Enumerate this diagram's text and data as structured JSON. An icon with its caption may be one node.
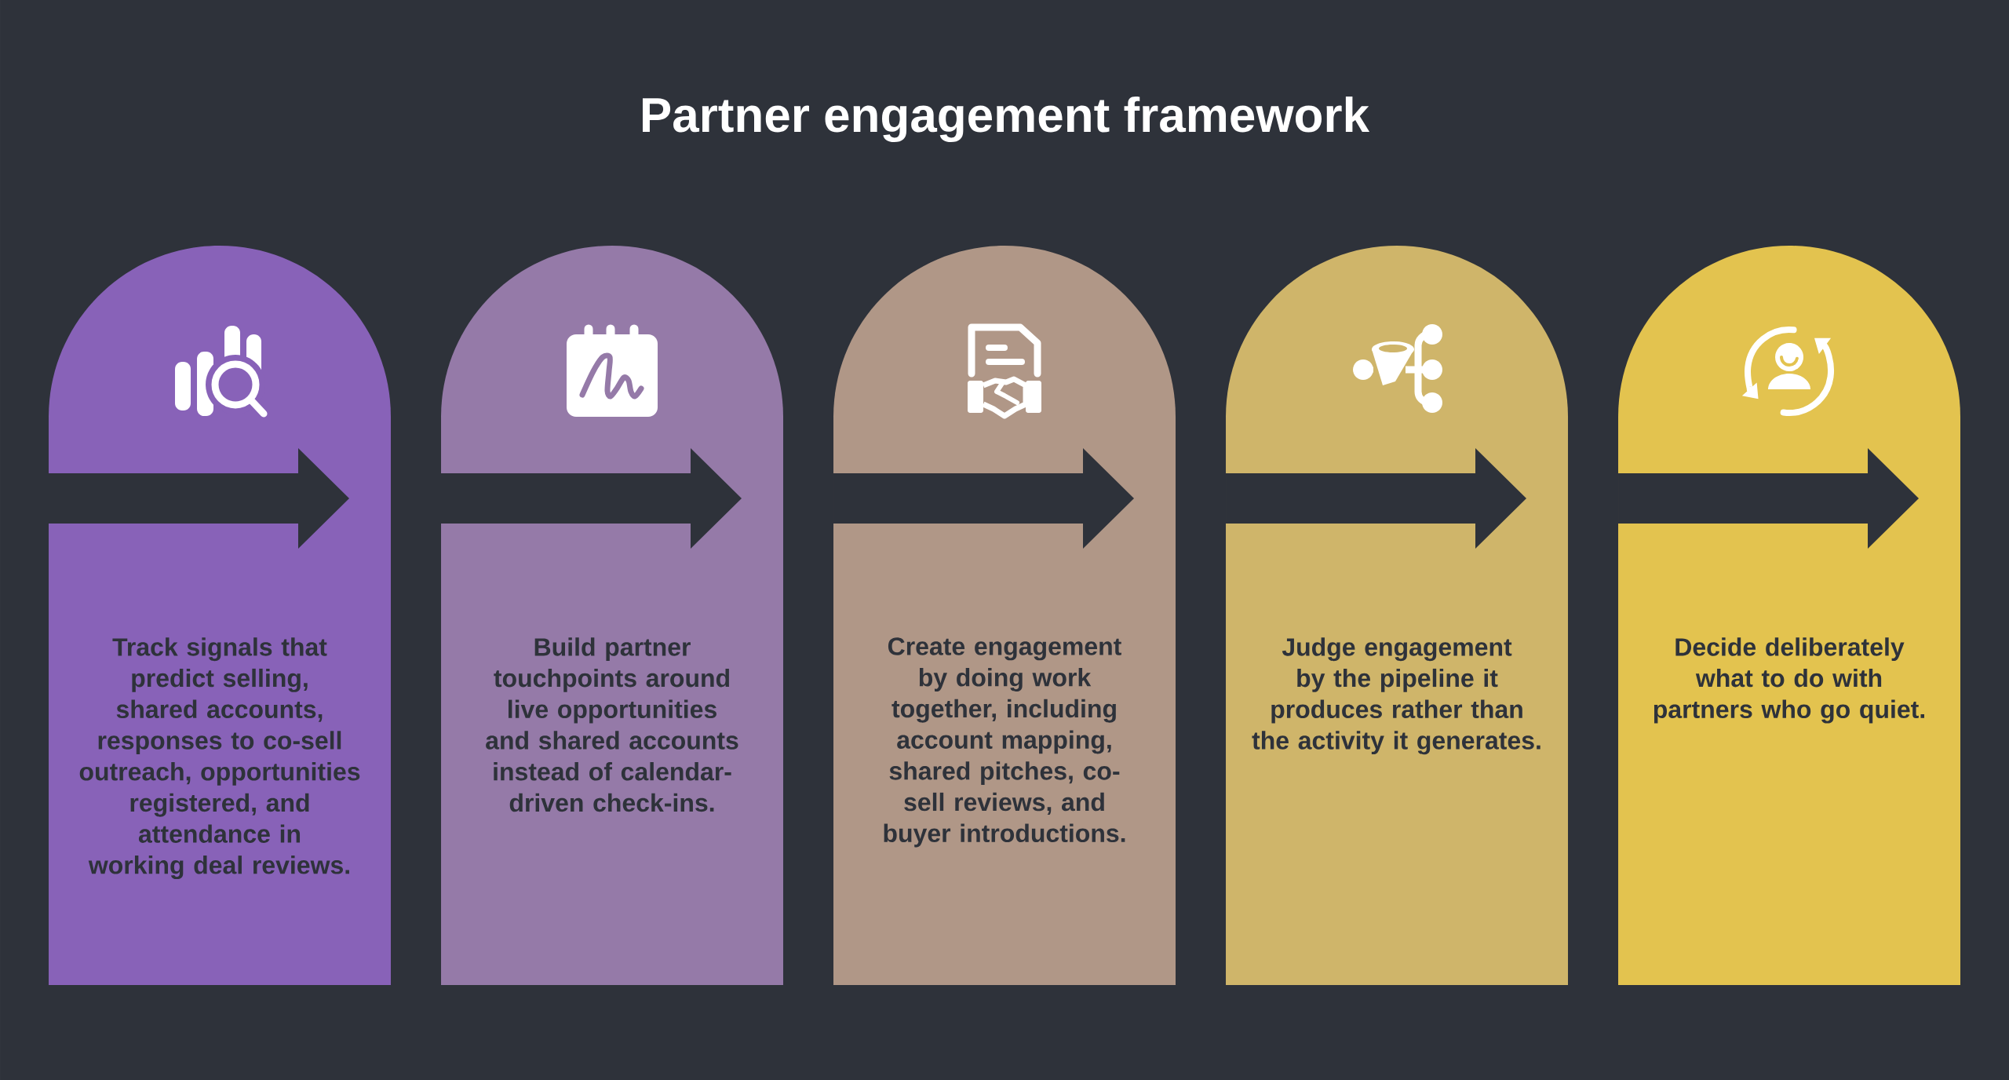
{
  "diagram": {
    "title": "Partner engagement framework",
    "nodes": [
      {
        "text": [
          "Track signals that predict selling, shared accounts, responses to co-sell outreach, opportunities registered, and attendance in working deal reviews."
        ]
      },
      {
        "text": [
          "Build partner touchpoints around live opportunities and shared accounts instead of calendar-driven check-ins."
        ]
      },
      {
        "text": [
          "Create engagement by doing work together, including account mapping, shared pitches, co-sell reviews, and buyer introductions."
        ]
      },
      {
        "text": [
          "Judge engagement by the pipeline it produces rather than the activity it generates."
        ]
      },
      {
        "text": [
          "Decide deliberately what to do with partners who go quiet."
        ]
      }
    ]
  }
}
